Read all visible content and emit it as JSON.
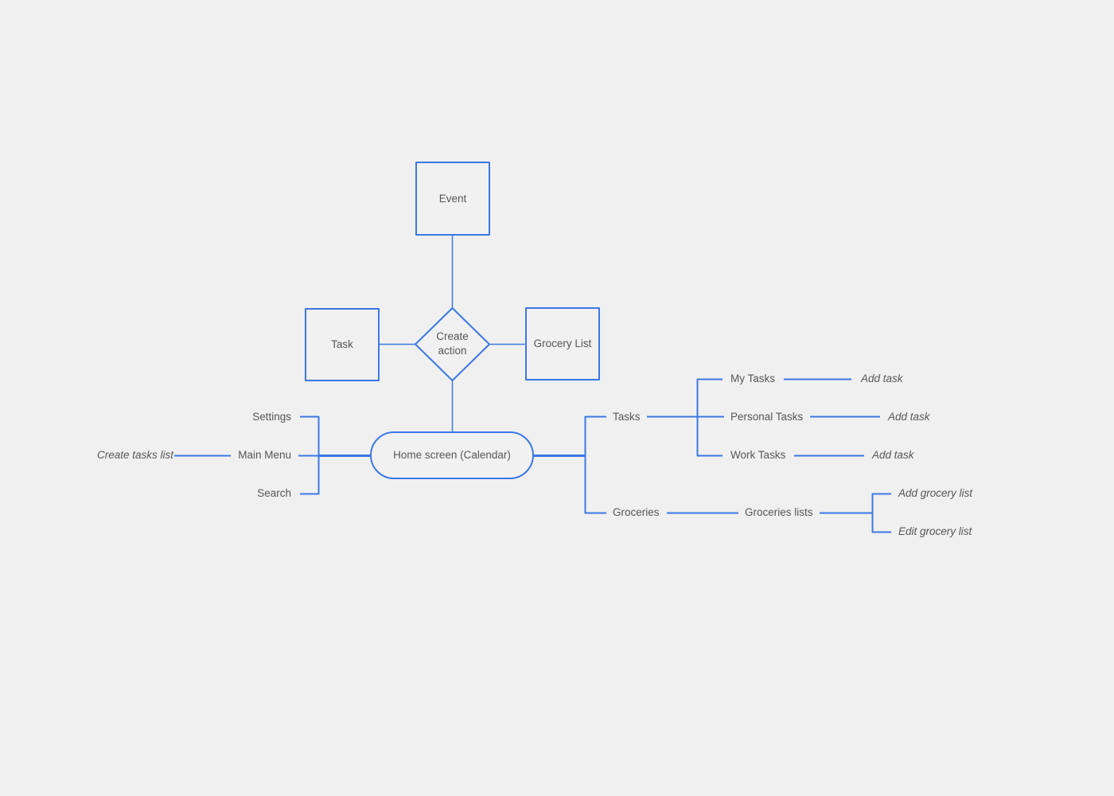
{
  "canvas": {
    "background_color": "#f0f0f0",
    "line_color": "#3b78e3",
    "text_color": "#565656"
  },
  "flowchart": {
    "event": "Event",
    "task": "Task",
    "create_action": "Create action",
    "grocery_list": "Grocery List",
    "home": "Home screen (Calendar)"
  },
  "left_branch": {
    "settings": "Settings",
    "main_menu": "Main Menu",
    "search": "Search",
    "create_tasks_list": "Create tasks list"
  },
  "right_branch": {
    "tasks": "Tasks",
    "my_tasks": "My Tasks",
    "add_task_my": "Add task",
    "personal_tasks": "Personal Tasks",
    "add_task_personal": "Add task",
    "work_tasks": "Work Tasks",
    "add_task_work": "Add task",
    "groceries": "Groceries",
    "groceries_lists": "Groceries lists",
    "add_grocery_list": "Add grocery list",
    "edit_grocery_list": "Edit grocery list"
  }
}
